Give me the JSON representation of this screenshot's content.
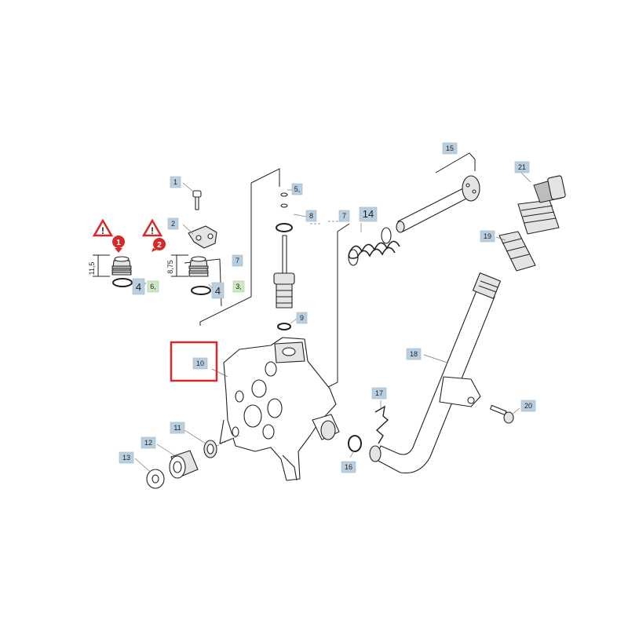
{
  "colors": {
    "callout_fill": "#b9cfe0",
    "highlight": "#d42a2a",
    "warning_red": "#d42a2a",
    "line": "#222222",
    "green_label": "#cfe8c4"
  },
  "callouts": {
    "p1": "1",
    "p2": "2",
    "p3": "3,",
    "p4a": "4",
    "p4b": "4",
    "p5": "5,",
    "p6": "6,",
    "p7a": "7",
    "p7b": "7",
    "p8": "8",
    "p9": "9",
    "p10": "10",
    "p11": "11",
    "p12": "12",
    "p13": "13",
    "p14": "14",
    "p15": "15",
    "p16": "16",
    "p17": "17",
    "p18": "18",
    "p19": "19",
    "p20": "20",
    "p21": "21"
  },
  "dimensions": {
    "d1": "11,5",
    "d2": "8,75"
  },
  "markers": {
    "m1": "1",
    "m2": "2",
    "warning_glyph": "!"
  },
  "icons": [
    "warning-triangle-icon",
    "numbered-marker-icon"
  ]
}
